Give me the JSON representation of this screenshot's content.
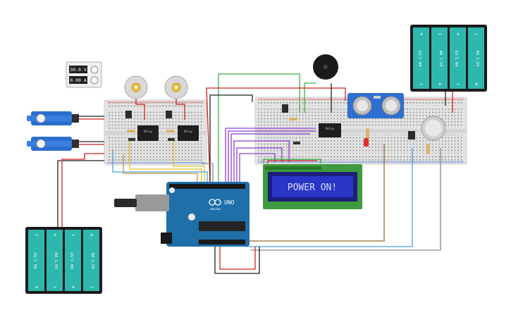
{
  "power_supply": {
    "voltage": "30.0 V",
    "current": "0.00 A"
  },
  "lcd": {
    "text": "POWER ON!"
  },
  "arduino": {
    "logo": "UNO",
    "brand": "ARDUINO"
  },
  "battery": {
    "cell_label": "AA 1.5V",
    "plus": "+",
    "minus": "−"
  },
  "relay": {
    "label": "Relay"
  }
}
